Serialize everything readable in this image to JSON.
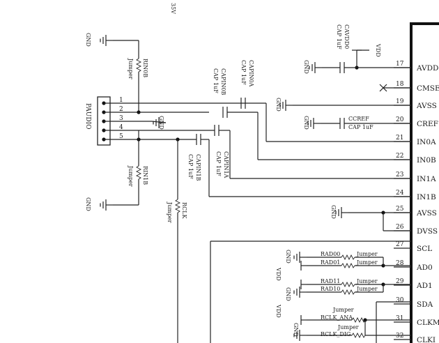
{
  "top_fragment": "35V",
  "chip_pins": [
    {
      "num": "17",
      "name": "AVDD"
    },
    {
      "num": "18",
      "name": "CMSE"
    },
    {
      "num": "19",
      "name": "AVSS"
    },
    {
      "num": "20",
      "name": "CREF"
    },
    {
      "num": "21",
      "name": "IN0A"
    },
    {
      "num": "22",
      "name": "IN0B"
    },
    {
      "num": "23",
      "name": "IN1A"
    },
    {
      "num": "24",
      "name": "IN1B"
    },
    {
      "num": "25",
      "name": "AVSS"
    },
    {
      "num": "26",
      "name": "DVSS"
    },
    {
      "num": "27",
      "name": "SCL"
    },
    {
      "num": "28",
      "name": "AD0"
    },
    {
      "num": "29",
      "name": "AD1"
    },
    {
      "num": "30",
      "name": "SDA"
    },
    {
      "num": "31",
      "name": "CLKM"
    },
    {
      "num": "32",
      "name": "CLKI"
    }
  ],
  "connector": {
    "name": "PAUDIO",
    "pins": [
      "1",
      "2",
      "3",
      "4",
      "5"
    ]
  },
  "labels": {
    "gnd": "GND",
    "vdd": "VDD",
    "jumper": "Jumper",
    "cap": "CAP 1uF",
    "cavdd0": "CAVDD0",
    "ccref": "CCREF",
    "cap0a": "CAPIN0A",
    "cap0b": "CAPIN0B",
    "cap1a": "CAPIN1A",
    "cap1b": "CAPIN1B",
    "rin0b": "RIN0B",
    "rin1b": "RIN1B",
    "rclk": "RCLK",
    "rad00": "RAD00",
    "rad01": "RAD01",
    "rad11": "RAD11",
    "rad10": "RAD10",
    "rclk_ana": "RCLK_ANA",
    "rclk_dig": "RCLK_DIG"
  }
}
